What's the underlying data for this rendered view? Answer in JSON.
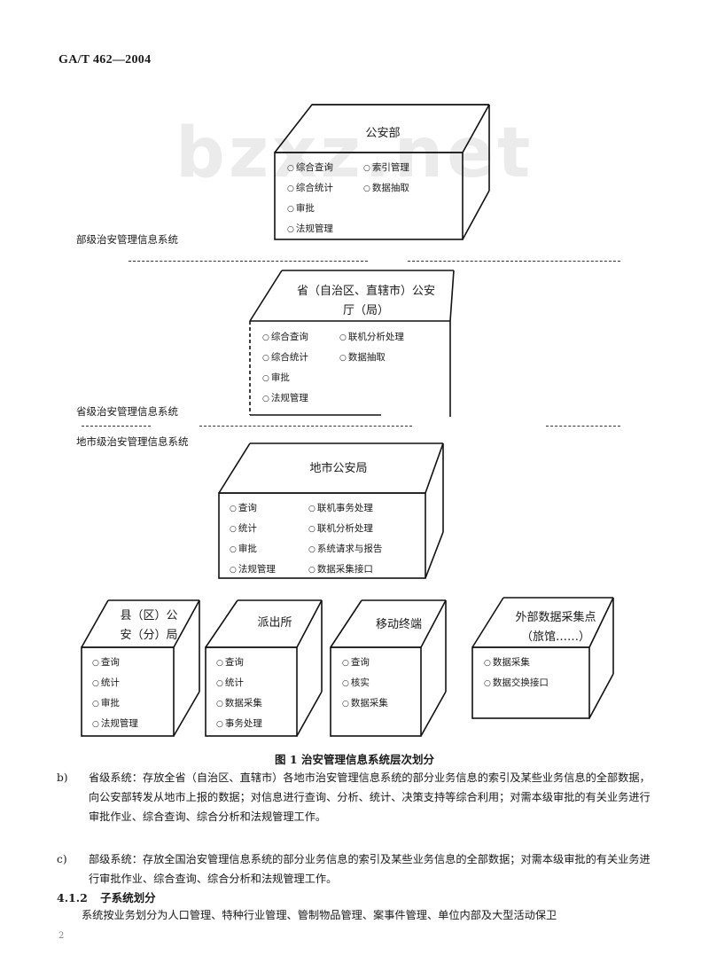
{
  "header": {
    "standard_number": "GA/T 462—2004"
  },
  "watermark": "bzxz.net",
  "figure": {
    "caption": "图 1  治安管理信息系统层次划分",
    "level_labels": {
      "ministry": "部级治安管理信息系统",
      "province": "省级治安管理信息系统",
      "local": "地市级治安管理信息系统"
    },
    "boxes": {
      "ministry": {
        "title": "公安部",
        "left_items": [
          "综合查询",
          "综合统计",
          "审批",
          "法规管理"
        ],
        "right_items": [
          "索引管理",
          "数据抽取"
        ]
      },
      "province": {
        "title_line1": "省（自治区、直辖市）公安",
        "title_line2": "厅（局）",
        "left_items": [
          "综合查询",
          "综合统计",
          "审批",
          "法规管理"
        ],
        "right_items": [
          "联机分析处理",
          "数据抽取"
        ]
      },
      "city": {
        "title": "地市公安局",
        "left_items": [
          "查询",
          "统计",
          "审批",
          "法规管理"
        ],
        "right_items": [
          "联机事务处理",
          "联机分析处理",
          "系统请求与报告",
          "数据采集接口"
        ]
      },
      "county": {
        "title_line1": "县（区）公",
        "title_line2": "安（分）局",
        "items": [
          "查询",
          "统计",
          "审批",
          "法规管理"
        ]
      },
      "police_station": {
        "title": "派出所",
        "items": [
          "查询",
          "统计",
          "数据采集",
          "事务处理"
        ]
      },
      "mobile": {
        "title": "移动终端",
        "items": [
          "查询",
          "核实",
          "数据采集"
        ]
      },
      "external": {
        "title_line1": "外部数据采集点",
        "title_line2": "（旅馆……）",
        "items": [
          "数据采集",
          "数据交换接口"
        ]
      }
    }
  },
  "paragraphs": {
    "b": {
      "mark": "b)",
      "text": "省级系统：存放全省（自治区、直辖市）各地市治安管理信息系统的部分业务信息的索引及某些业务信息的全部数据，向公安部转发从地市上报的数据；对信息进行查询、分析、统计、决策支持等综合利用；对需本级审批的有关业务进行审批作业、综合查询、综合分析和法规管理工作。"
    },
    "c": {
      "mark": "c)",
      "text": "部级系统：存放全国治安管理信息系统的部分业务信息的索引及某些业务信息的全部数据；对需本级审批的有关业务进行审批作业、综合查询、综合分析和法规管理工作。"
    }
  },
  "section": {
    "number": "4.1.2",
    "title": "子系统划分",
    "body": "系统按业务划分为人口管理、特种行业管理、管制物品管理、案事件管理、单位内部及大型活动保卫"
  },
  "footer": {
    "page_number": "2"
  }
}
